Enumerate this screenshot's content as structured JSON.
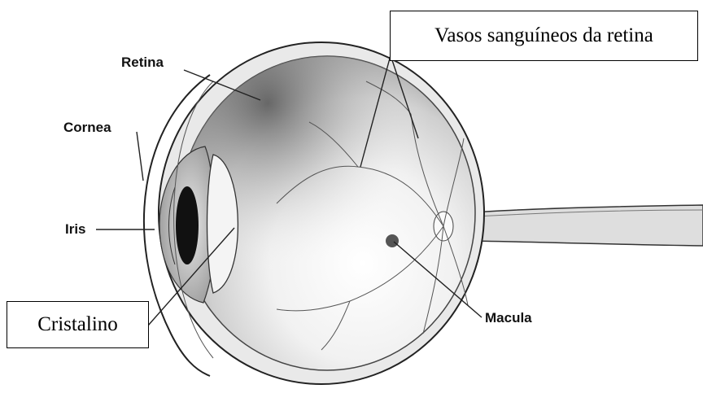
{
  "labels": {
    "retina": "Retina",
    "cornea": "Cornea",
    "iris": "Iris",
    "macula": "Macula",
    "vasos": "Vasos sanguíneos da retina",
    "cristalino": "Cristalino"
  },
  "colors": {
    "ink": "#222222",
    "background": "#ffffff",
    "eyeball_shade": "#c8c8c8",
    "eyeball_light": "#f4f4f4"
  }
}
